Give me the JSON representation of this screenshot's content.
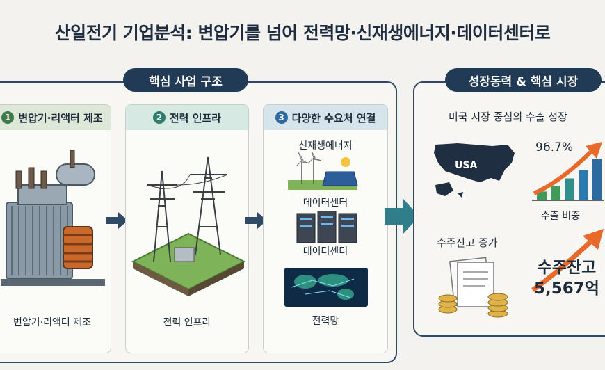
{
  "title": "산일전기 기업분석: 변압기를 넘어 전력망·신재생에너지·데이터센터로",
  "left_section": {
    "label": "핵심 사업 구조",
    "columns": [
      {
        "number": "1",
        "header": "변압기·리액터 제조",
        "footer": "변압기·리액터 제조"
      },
      {
        "number": "2",
        "header": "전력 인프라",
        "footer": "전력 인프라"
      },
      {
        "number": "3",
        "header": "다양한 수요처 연결",
        "items": [
          "신재생에너지",
          "데이터센터",
          "데이터센터",
          "전력망"
        ]
      }
    ]
  },
  "right_section": {
    "label": "성장동력 & 핵심 시장",
    "export": {
      "heading": "미국 시장 중심의 수출 성장",
      "map_label": "USA",
      "percent": "96.7%",
      "chart_label": "수출 비중",
      "bar_levels": [
        0.18,
        0.3,
        0.45,
        0.62,
        0.85
      ]
    },
    "backlog": {
      "heading": "수주잔고 증가",
      "line1": "수주잔고",
      "line2": "5,567억"
    }
  },
  "colors": {
    "navy": "#213a56",
    "green": "#3f7b4a",
    "teal": "#2f7e6e",
    "blue": "#2c6aa0",
    "orange": "#e8692a"
  }
}
